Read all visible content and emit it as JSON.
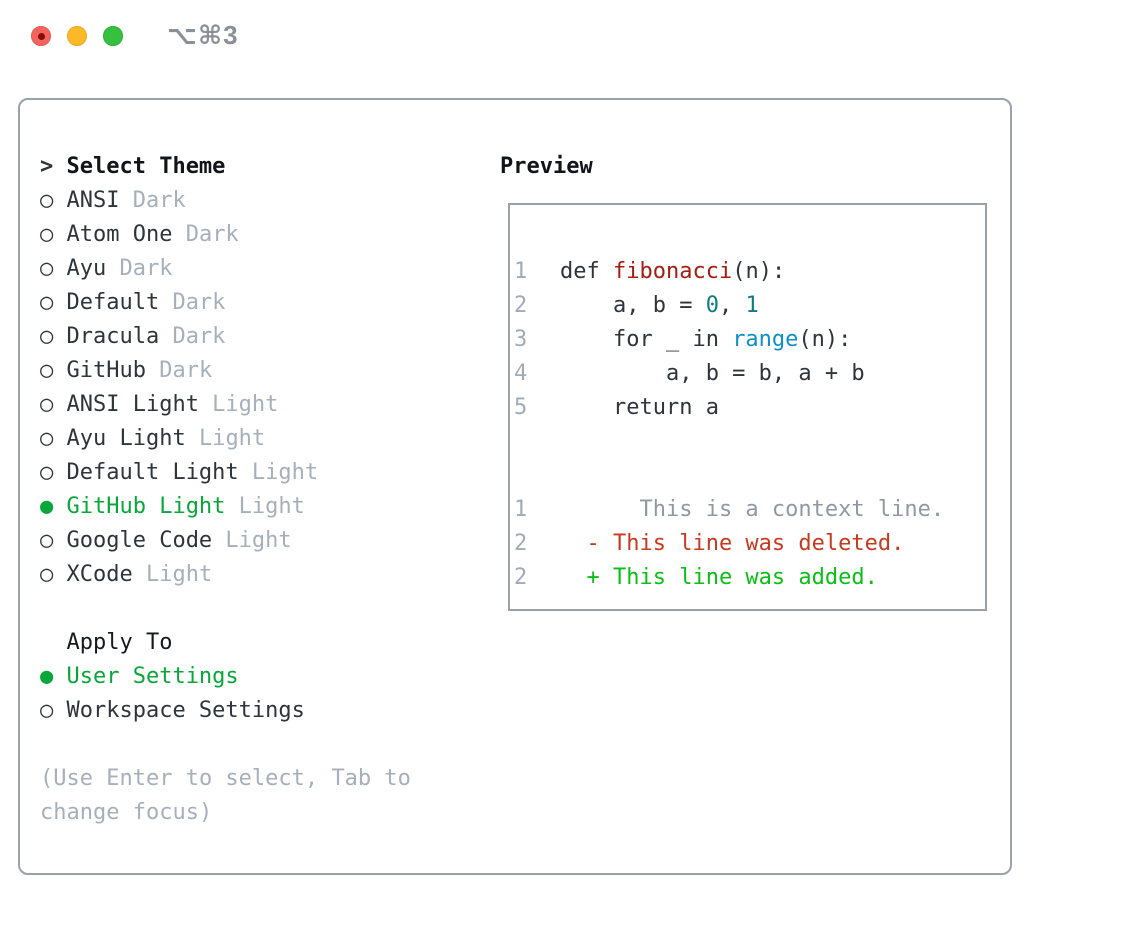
{
  "window": {
    "shortcut_label": "⌥⌘3",
    "traffic_lights": [
      {
        "name": "close",
        "color": "#f4645c",
        "has_dot": true
      },
      {
        "name": "minimize",
        "color": "#fbb827",
        "has_dot": false
      },
      {
        "name": "zoom",
        "color": "#35c13e",
        "has_dot": false
      }
    ]
  },
  "theme_picker": {
    "title_marker": ">",
    "title": "Select Theme",
    "items": [
      {
        "name": "ANSI",
        "variant": "Dark",
        "selected": false
      },
      {
        "name": "Atom One",
        "variant": "Dark",
        "selected": false
      },
      {
        "name": "Ayu",
        "variant": "Dark",
        "selected": false
      },
      {
        "name": "Default",
        "variant": "Dark",
        "selected": false
      },
      {
        "name": "Dracula",
        "variant": "Dark",
        "selected": false
      },
      {
        "name": "GitHub",
        "variant": "Dark",
        "selected": false
      },
      {
        "name": "ANSI Light",
        "variant": "Light",
        "selected": false
      },
      {
        "name": "Ayu Light",
        "variant": "Light",
        "selected": false
      },
      {
        "name": "Default Light",
        "variant": "Light",
        "selected": false
      },
      {
        "name": "GitHub Light",
        "variant": "Light",
        "selected": true
      },
      {
        "name": "Google Code",
        "variant": "Light",
        "selected": false
      },
      {
        "name": "XCode",
        "variant": "Light",
        "selected": false
      }
    ],
    "unselected_marker": "○",
    "selected_marker": "●",
    "apply_to": {
      "title": "Apply To",
      "options": [
        {
          "name": "User Settings",
          "selected": true
        },
        {
          "name": "Workspace Settings",
          "selected": false
        }
      ]
    },
    "help_lines": [
      "(Use Enter to select, Tab to",
      "change focus)"
    ]
  },
  "preview": {
    "title": "Preview",
    "lines": [
      {
        "kind": "code",
        "n": "1",
        "tokens": [
          {
            "c": "pl",
            "t": "def "
          },
          {
            "c": "fn",
            "t": "fibonacci"
          },
          {
            "c": "pl",
            "t": "(n):"
          }
        ]
      },
      {
        "kind": "code",
        "n": "2",
        "tokens": [
          {
            "c": "pl",
            "t": "    a, b = "
          },
          {
            "c": "num",
            "t": "0"
          },
          {
            "c": "pl",
            "t": ", "
          },
          {
            "c": "num",
            "t": "1"
          }
        ]
      },
      {
        "kind": "code",
        "n": "3",
        "tokens": [
          {
            "c": "pl",
            "t": "    for _ in "
          },
          {
            "c": "bfn",
            "t": "range"
          },
          {
            "c": "pl",
            "t": "(n):"
          }
        ]
      },
      {
        "kind": "code",
        "n": "4",
        "tokens": [
          {
            "c": "pl",
            "t": "        a, b = b, a + b"
          }
        ]
      },
      {
        "kind": "code",
        "n": "5",
        "tokens": [
          {
            "c": "pl",
            "t": "    return a"
          }
        ]
      },
      {
        "kind": "blank",
        "n": "",
        "tokens": []
      },
      {
        "kind": "blank",
        "n": "",
        "tokens": []
      },
      {
        "kind": "diff-context",
        "n": "1",
        "tokens": [
          {
            "c": "ctx",
            "t": "      This is a context line."
          }
        ]
      },
      {
        "kind": "diff-deleted",
        "n": "2",
        "tokens": [
          {
            "c": "del",
            "t": "  - This line was deleted."
          }
        ]
      },
      {
        "kind": "diff-added",
        "n": "2",
        "tokens": [
          {
            "c": "add",
            "t": "  + This line was added."
          }
        ]
      }
    ]
  },
  "colors": {
    "panel_border": "#99a2ac",
    "text_dark": "#2e343b",
    "text_muted": "#a6b0bb",
    "selected_green": "#09a63a",
    "function_red": "#a61c12",
    "number_teal": "#0e7d80",
    "builtin_blue": "#0f8fc7",
    "diff_context_gray": "#8f99a3",
    "diff_deleted_red": "#c73a20",
    "diff_added_green": "#0abf16",
    "line_number_gray": "#a0abb6",
    "titlebar_gray": "#8a9097"
  }
}
